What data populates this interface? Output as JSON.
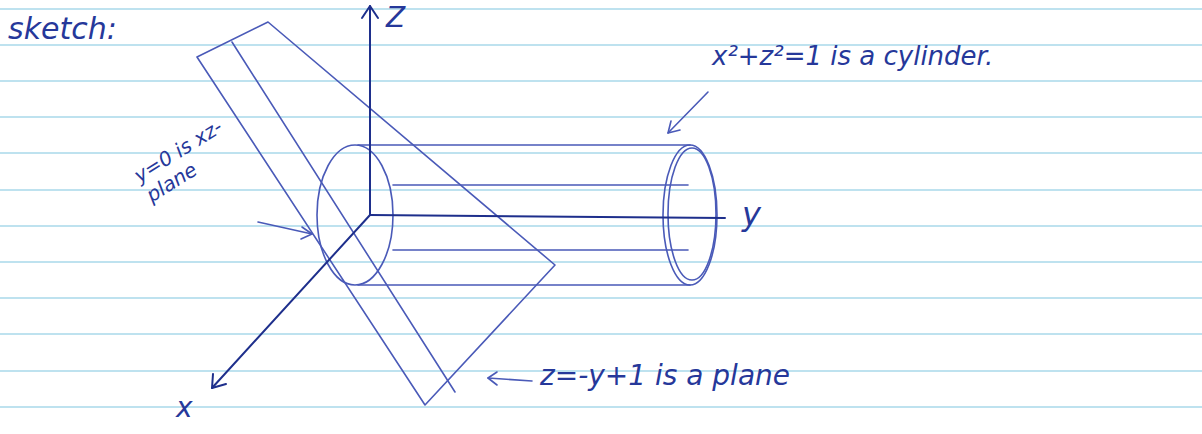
{
  "diagram": {
    "labels": [
      "sketch:",
      "Z",
      "x²+z²=1 is a cylinder.",
      "y=0 is xz-plane",
      "y",
      "x",
      "z=-y+1 is a plane"
    ]
  }
}
